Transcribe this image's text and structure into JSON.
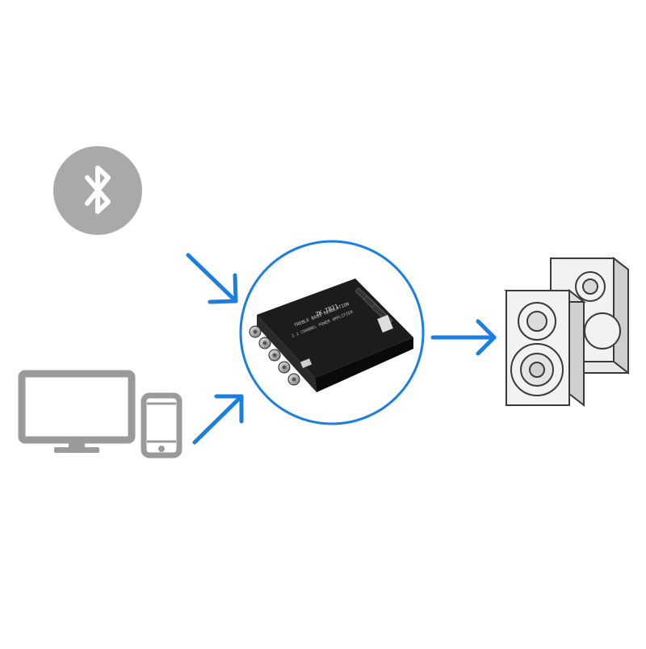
{
  "colors": {
    "arrow": "#1a7fe0",
    "circle_stroke": "#1a7fe0",
    "device_gray": "#9a9a9a",
    "bluetooth_bg": "#a9a9a9",
    "board_black": "#141414",
    "speaker_fill": "#f2f2f2",
    "speaker_stroke": "#3a3a3a"
  },
  "icons": {
    "source_wireless": "bluetooth-icon",
    "source_wired": [
      "monitor-icon",
      "smartphone-icon"
    ],
    "output": "speaker-pair-icon"
  },
  "board": {
    "model_label": "ZK-TB21",
    "spec_label": "TREBLE BASS REGULATION",
    "channel_label": "2.1 CHANNEL POWER AMPLIFIER"
  }
}
